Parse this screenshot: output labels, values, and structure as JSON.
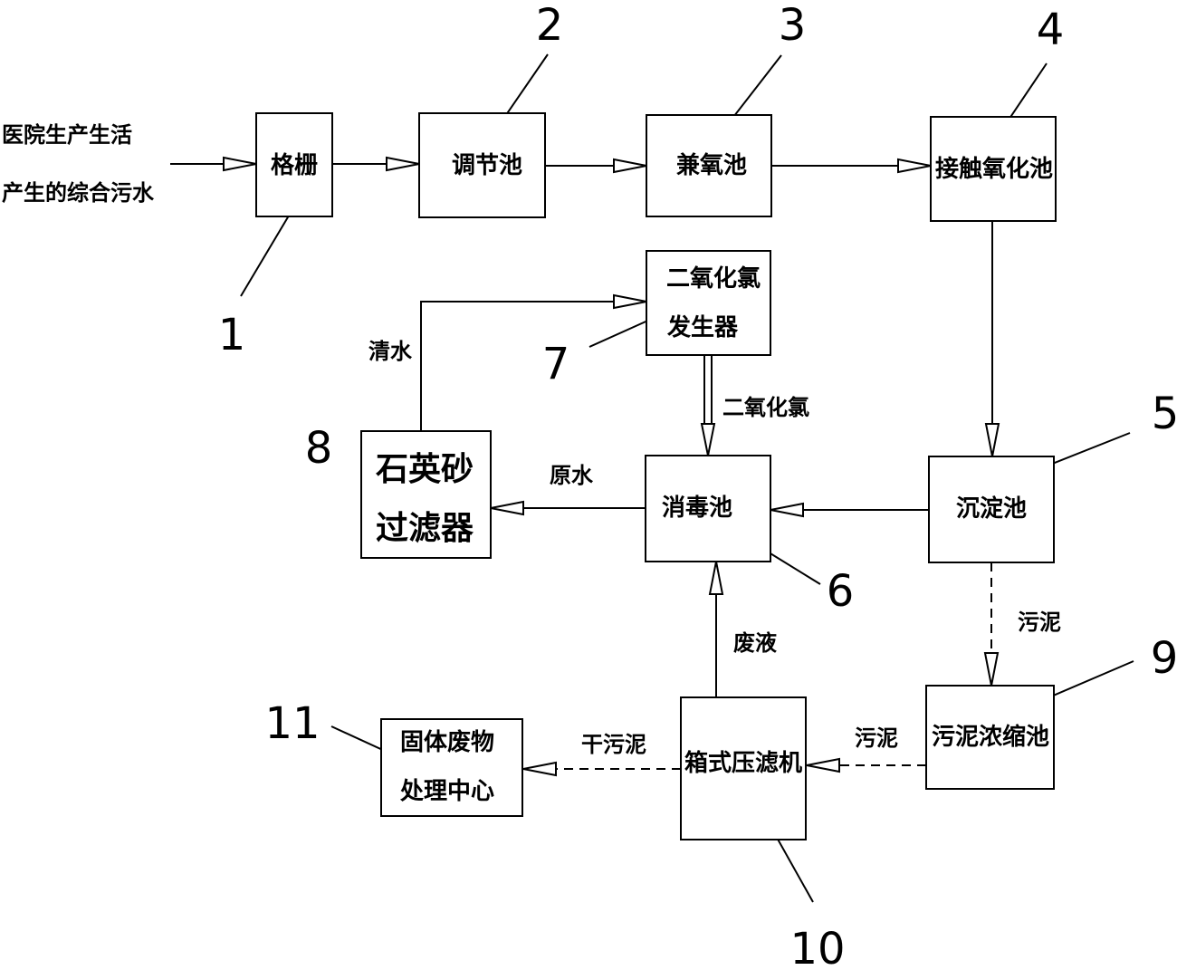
{
  "input": {
    "line1": "医院生产生活",
    "line2": "产生的综合污水"
  },
  "units": {
    "u1": {
      "number": "1",
      "name": "格栅"
    },
    "u2": {
      "number": "2",
      "name": "调节池"
    },
    "u3": {
      "number": "3",
      "name": "兼氧池"
    },
    "u4": {
      "number": "4",
      "name": "接触氧化池"
    },
    "u5": {
      "number": "5",
      "name": "沉淀池"
    },
    "u6": {
      "number": "6",
      "name": "消毒池"
    },
    "u7": {
      "number": "7",
      "line1": "二氧化氯",
      "line2": "发生器"
    },
    "u8": {
      "number": "8",
      "line1": "石英砂",
      "line2": "过滤器"
    },
    "u9": {
      "number": "9",
      "name": "污泥浓缩池"
    },
    "u10": {
      "number": "10",
      "name": "箱式压滤机"
    },
    "u11": {
      "number": "11",
      "line1": "固体废物",
      "line2": "处理中心"
    }
  },
  "flows": {
    "clear_water": "清水",
    "chlorine_dioxide": "二氧化氯",
    "raw_water": "原水",
    "sludge_a": "污泥",
    "sludge_b": "污泥",
    "waste_liquid": "废液",
    "dry_sludge": "干污泥"
  }
}
